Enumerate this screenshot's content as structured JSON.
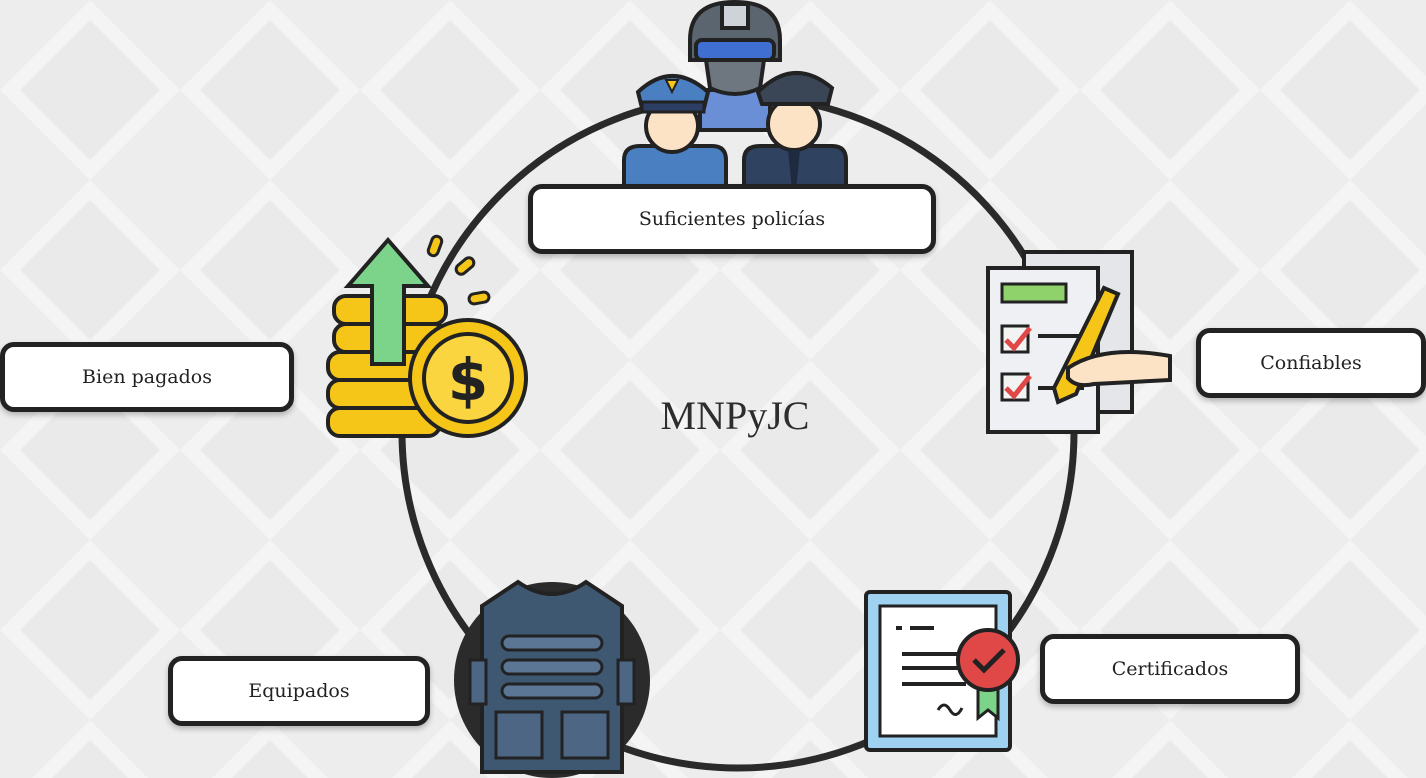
{
  "center": {
    "title": "MNPyJC"
  },
  "nodes": {
    "police": {
      "label": "Suficientes policías",
      "icon": "police-officers-icon"
    },
    "reliable": {
      "label": "Confiables",
      "icon": "checklist-signing-icon"
    },
    "certified": {
      "label": "Certificados",
      "icon": "certificate-icon"
    },
    "equipped": {
      "label": "Equipados",
      "icon": "bulletproof-vest-icon"
    },
    "paid": {
      "label": "Bien pagados",
      "icon": "coins-growth-icon"
    }
  },
  "colors": {
    "ring": "#2a2a2a",
    "box_border": "#222222",
    "background": "#ededed",
    "coin_yellow": "#f5c518",
    "arrow_green": "#7bd48a",
    "police_blue": "#4a7fc1",
    "vest_navy": "#3f5872",
    "seal_red": "#e04848"
  }
}
